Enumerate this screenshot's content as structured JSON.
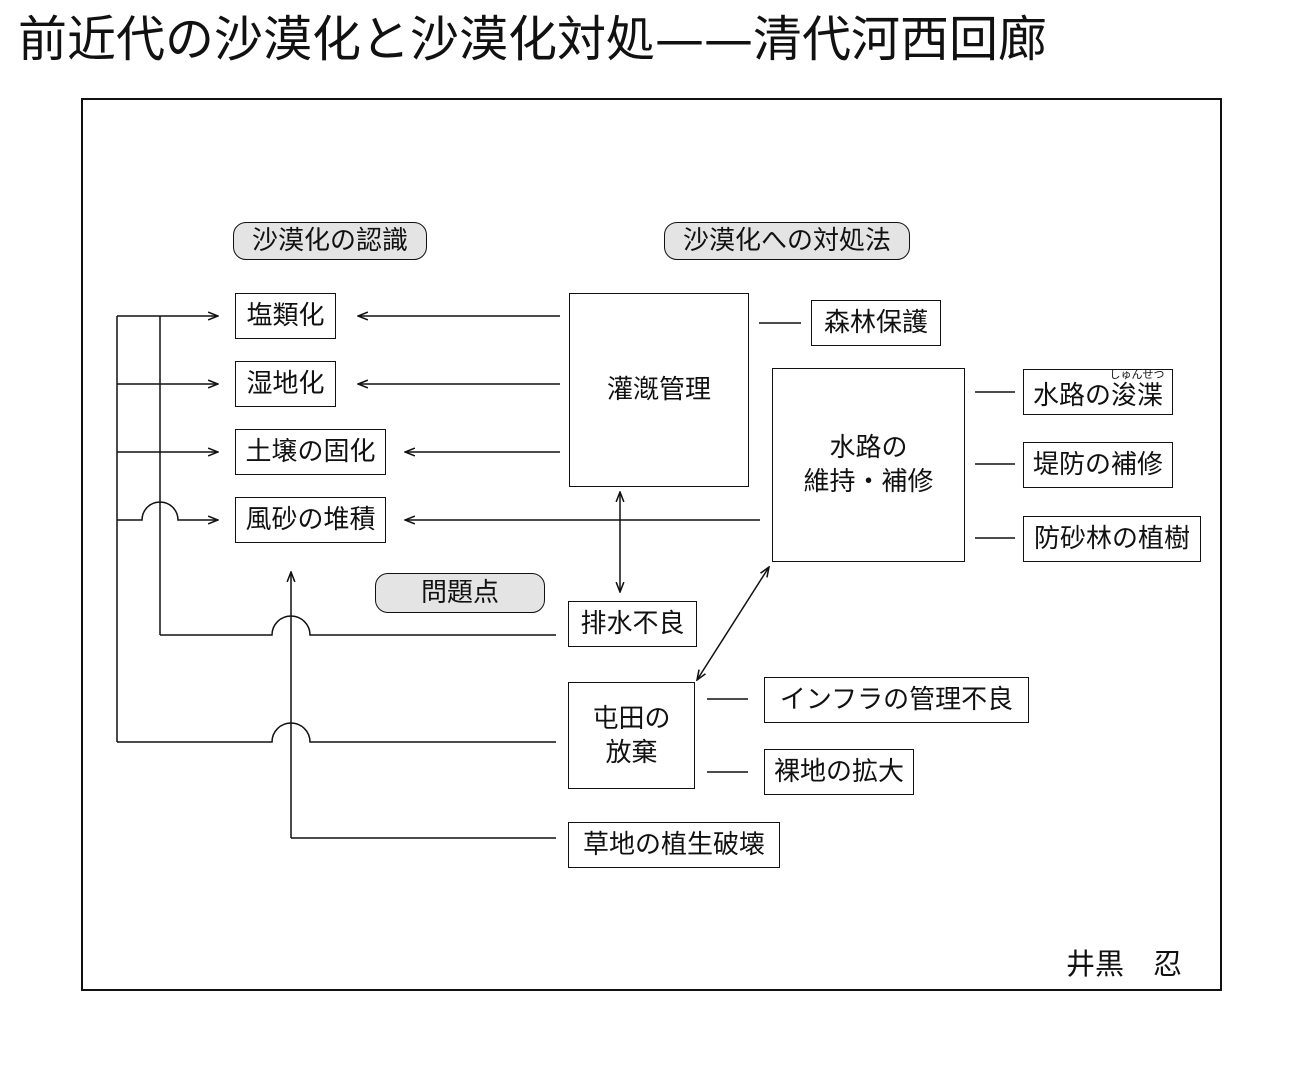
{
  "title": "前近代の沙漠化と沙漠化対処——清代河西回廊",
  "section_labels": {
    "recognition": "沙漠化の認識",
    "countermeasures": "沙漠化への対処法",
    "problems": "問題点"
  },
  "recognition": {
    "salinization": "塩類化",
    "wetland_formation": "湿地化",
    "soil_hardening": "土壌の固化",
    "sand_deposition": "風砂の堆積"
  },
  "countermeasures": {
    "irrigation_management": "灌漑管理",
    "forest_protection": "森林保護",
    "waterway_maintenance": [
      "水路の",
      "維持・補修"
    ],
    "dredging": {
      "prefix": "水路の",
      "base": "浚渫",
      "ruby": "しゅんせつ"
    },
    "levee_repair": "堤防の補修",
    "windbreak_planting": "防砂林の植樹"
  },
  "problems": {
    "poor_drainage": "排水不良",
    "tuntian_abandonment": [
      "屯田の",
      "放棄"
    ],
    "infrastructure_mismanagement": "インフラの管理不良",
    "bare_land_expansion": "裸地の拡大",
    "grassland_destruction": "草地の植生破壊"
  },
  "author": "井黒　忍"
}
